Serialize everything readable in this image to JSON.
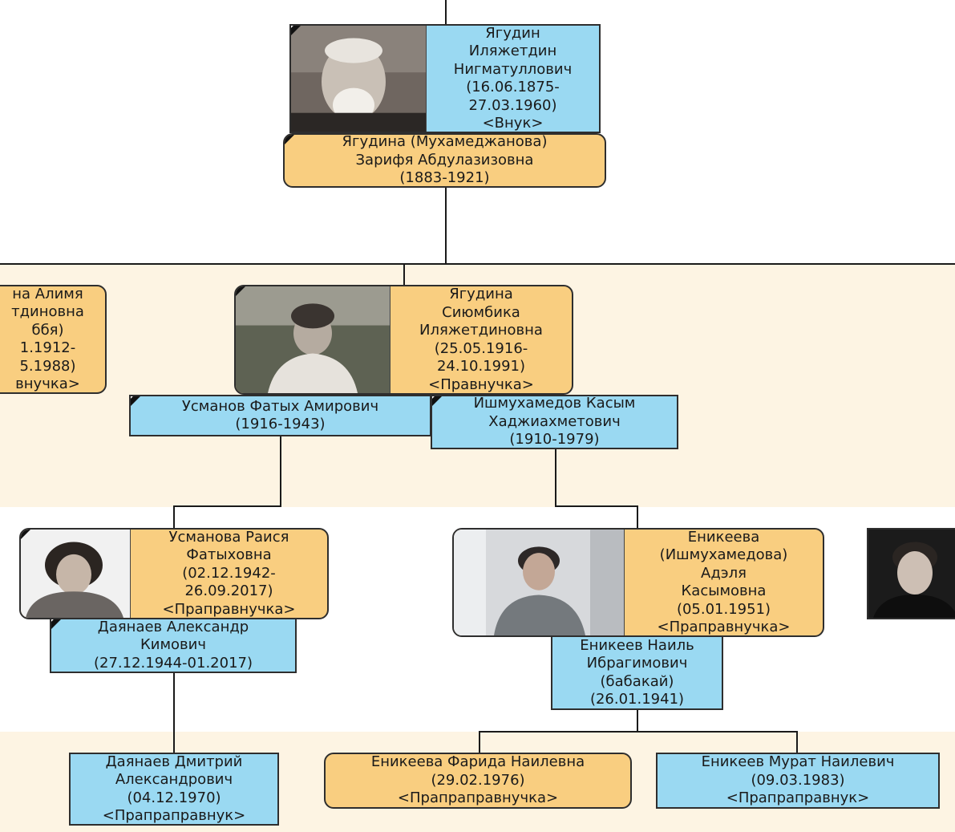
{
  "nodes": {
    "iljaketdin": {
      "lines": [
        "Ягудин",
        "Иляжетдин",
        "Нигматуллович",
        "(16.06.1875-",
        "27.03.1960)",
        "<Внук>"
      ]
    },
    "zarifja": {
      "lines": [
        "Ягудина (Мухамеджанова)",
        "Зарифя Абдулазизовна",
        "(1883-1921)"
      ]
    },
    "alimja": {
      "lines": [
        "на Алимя",
        "тдиновна",
        "ббя)",
        "1.1912-",
        "5.1988)",
        "внучка>"
      ]
    },
    "sijumbika": {
      "lines": [
        "Ягудина",
        "Сиюмбика",
        "Иляжетдиновна",
        "(25.05.1916-",
        "24.10.1991)",
        "<Правнучка>"
      ]
    },
    "fatyh": {
      "lines": [
        "Усманов Фатых Амирович",
        "(1916-1943)"
      ]
    },
    "kasym": {
      "lines": [
        "Ишмухамедов Касым",
        "Хаджиахметович",
        "(1910-1979)"
      ]
    },
    "raisja": {
      "lines": [
        "Усманова Раися",
        "Фатыховна",
        "(02.12.1942-",
        "26.09.2017)",
        "<Праправнучка>"
      ]
    },
    "adelja": {
      "lines": [
        "Еникеева",
        "(Ишмухамедова)",
        "Адэля",
        "Касымовна",
        "(05.01.1951)",
        "<Праправнучка>"
      ]
    },
    "aleksandr": {
      "lines": [
        "Даянаев Александр",
        "Кимович",
        "(27.12.1944-01.2017)"
      ]
    },
    "nail": {
      "lines": [
        "Еникеев Наиль",
        "Ибрагимович",
        "(бабакай)",
        "(26.01.1941)"
      ]
    },
    "dmitrij": {
      "lines": [
        "Даянаев Дмитрий",
        "Александрович",
        "(04.12.1970)",
        "<Прапраправнук>"
      ]
    },
    "farida": {
      "lines": [
        "Еникеева Фарида Наилевна",
        "(29.02.1976)",
        "<Прапраправнучка>"
      ]
    },
    "murat": {
      "lines": [
        "Еникеев Мурат Наилевич",
        "(09.03.1983)",
        "<Прапраправнук>"
      ]
    }
  },
  "colors": {
    "male": "#9ad9f2",
    "female": "#f9ce80",
    "band": "#fdf4e3",
    "line": "#1a1a1a"
  }
}
